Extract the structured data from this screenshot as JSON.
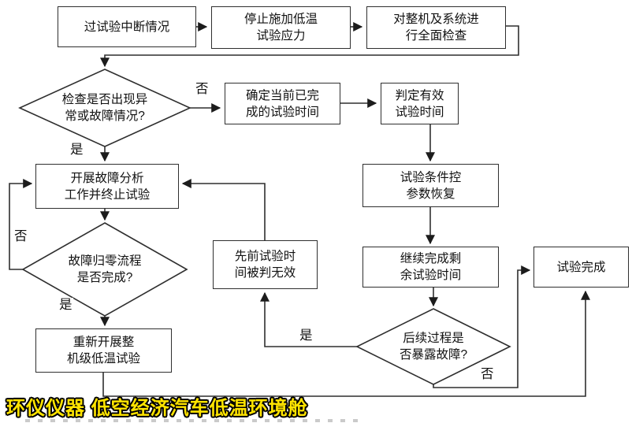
{
  "flowchart": {
    "nodes": {
      "interrupt": {
        "lines": [
          "过试验中断情况"
        ]
      },
      "stop_stress": {
        "lines": [
          "停止施加低温",
          "试验应力"
        ]
      },
      "full_check": {
        "lines": [
          "对整机及系统进",
          "行全面检查"
        ]
      },
      "check_abnormal": {
        "lines": [
          "检查是否出现异",
          "常或故障情况?"
        ]
      },
      "confirm_time": {
        "lines": [
          "确定当前已完",
          "成的试验时间"
        ]
      },
      "judge_valid": {
        "lines": [
          "判定有效",
          "试验时间"
        ]
      },
      "restore_params": {
        "lines": [
          "试验条件控",
          "参数恢复"
        ]
      },
      "continue_remaining": {
        "lines": [
          "继续完成剩",
          "余试验时间"
        ]
      },
      "expose_fault": {
        "lines": [
          "后续过程是",
          "否暴露故障?"
        ]
      },
      "test_complete": {
        "lines": [
          "试验完成"
        ]
      },
      "invalid_time": {
        "lines": [
          "先前试验时",
          "间被判无效"
        ]
      },
      "fault_analysis": {
        "lines": [
          "开展故障分析",
          "工作并终止试验"
        ]
      },
      "zero_process": {
        "lines": [
          "故障归零流程",
          "是否完成?"
        ]
      },
      "redo_test": {
        "lines": [
          "重新开展整",
          "机级低温试验"
        ]
      }
    },
    "labels": {
      "d1_no": "否",
      "d1_yes": "是",
      "d2_no": "否",
      "d2_yes": "是",
      "d3_yes": "是",
      "d3_no": "否"
    },
    "line_color": "#2f2f2f"
  },
  "banner": {
    "text": "环仪仪器 低空经济汽车低温环境舱",
    "fill_color": "#ffe400",
    "outline_color": "#000000"
  }
}
